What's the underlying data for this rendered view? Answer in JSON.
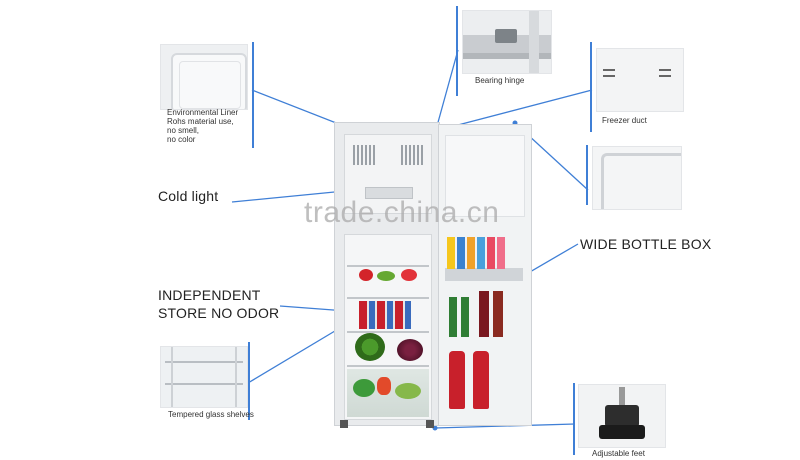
{
  "callouts": {
    "liner_caption": "Environmental Liner\nRohs material use,\nno smell,\nno color",
    "hinge_caption": "Bearing hinge",
    "freezer_duct_caption": "Freezer duct",
    "cold_light": "Cold light",
    "wide_bottle_box": "WIDE BOTTLE BOX",
    "independent_store": "INDEPENDENT\nSTORE NO ODOR",
    "glass_shelves_caption": "Tempered glass shelves",
    "adjustable_feet_caption": "Adjustable feet"
  },
  "watermark": "trade.china.cn",
  "colors": {
    "leader_line": "#3f7fd6",
    "fridge_body": "#e9ebed",
    "door_liner": "#f1f3f4"
  }
}
